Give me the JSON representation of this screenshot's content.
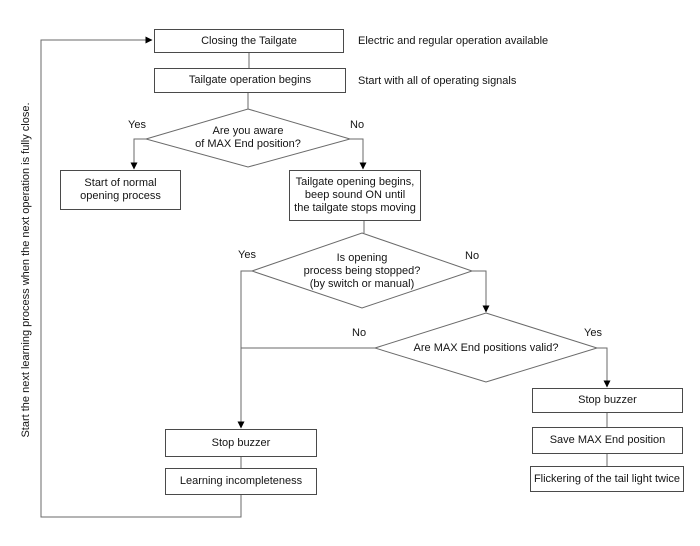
{
  "colors": {
    "background": "#ffffff",
    "box_border": "#4a4a4a",
    "connector_line": "#6a6a6a",
    "arrowhead": "#000000",
    "text": "#141414"
  },
  "side_note": "Start the next learning process when the next operation is fully close.",
  "annotations": {
    "closing_note": "Electric and regular operation available",
    "operation_note": "Start with all of operating signals"
  },
  "nodes": {
    "closing_tailgate": "Closing the Tailgate",
    "operation_begins": "Tailgate operation begins",
    "start_normal": "Start of normal\nopening process",
    "tailgate_opening": "Tailgate opening begins,\nbeep sound ON until\nthe tailgate stops moving",
    "stop_buzzer_left": "Stop buzzer",
    "learning_incompleteness": "Learning incompleteness",
    "stop_buzzer_right": "Stop buzzer",
    "save_max_end": "Save MAX End position",
    "flicker_tail_light": "Flickering of the tail light twice"
  },
  "decisions": {
    "aware_max_end": "Are you aware\nof MAX End position?",
    "opening_stopped": "Is opening\nprocess being stopped?\n(by switch or manual)",
    "max_end_valid": "Are MAX End positions valid?"
  },
  "branch_labels": {
    "aware_yes": "Yes",
    "aware_no": "No",
    "stopped_yes": "Yes",
    "stopped_no": "No",
    "valid_no": "No",
    "valid_yes": "Yes"
  }
}
